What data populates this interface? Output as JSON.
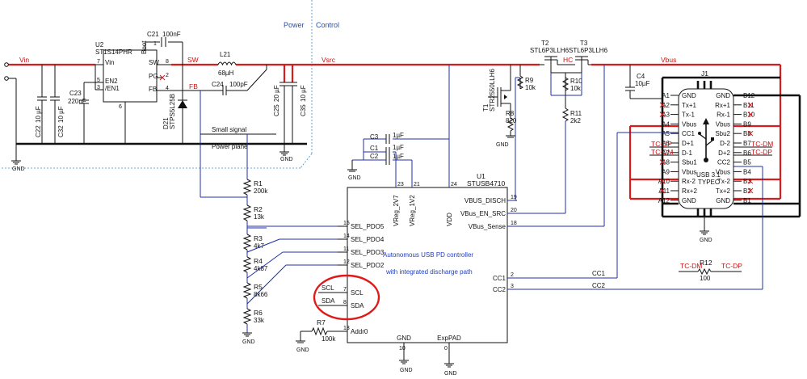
{
  "areas": {
    "power": "Power",
    "control": "Control"
  },
  "nets": {
    "vin": "Vin",
    "sw": "SW",
    "vsrc": "Vsrc",
    "vbus": "Vbus",
    "fb": "FB",
    "hc": "HC",
    "small_signal": "Small signal",
    "power_plane": "Power plane",
    "cc1": "CC1",
    "cc2": "CC2",
    "gnd": "GND"
  },
  "buck": {
    "ref": "U2",
    "part": "ST1S14PHR",
    "pins": {
      "vin": "Vin",
      "en2": "EN2",
      "en1": "/EN1",
      "boot": "Boot",
      "sw": "SW",
      "pg": "PG",
      "fb": "FB"
    },
    "pin_nums": {
      "vin": "7",
      "en2": "5",
      "en1": "3",
      "boot": "1",
      "sw": "8",
      "pg": "2",
      "fb": "4",
      "gnd": "6"
    }
  },
  "passives": {
    "c21": {
      "ref": "C21",
      "val": "100nF"
    },
    "l21": {
      "ref": "L21",
      "val": "68µH"
    },
    "c22": {
      "ref": "C22",
      "val": "10 µF"
    },
    "c32": {
      "ref": "C32",
      "val": "10 µF"
    },
    "c23": {
      "ref": "C23",
      "val": "220nF"
    },
    "d21": {
      "ref": "D21",
      "val": "STPS5L25B"
    },
    "c24": {
      "ref": "C24",
      "val": "100pF"
    },
    "c25": {
      "ref": "C25",
      "val": "20 µF"
    },
    "c35": {
      "ref": "C35",
      "val": "10 µF"
    },
    "r1": {
      "ref": "R1",
      "val": "200k"
    },
    "r2": {
      "ref": "R2",
      "val": "13k"
    },
    "r3": {
      "ref": "R3",
      "val": "4k7"
    },
    "r4": {
      "ref": "R4",
      "val": "4k87"
    },
    "r5": {
      "ref": "R5",
      "val": "8k66"
    },
    "r6": {
      "ref": "R6",
      "val": "33k"
    },
    "r7": {
      "ref": "R7",
      "val": "100k"
    },
    "r8": {
      "ref": "R8",
      "val": "820"
    },
    "r9": {
      "ref": "R9",
      "val": "10k"
    },
    "r10": {
      "ref": "R10",
      "val": "10k"
    },
    "r11": {
      "ref": "R11",
      "val": "2k2"
    },
    "r12": {
      "ref": "R12",
      "val": "100"
    },
    "c1": {
      "ref": "C1",
      "val": "1µF"
    },
    "c2": {
      "ref": "C2",
      "val": "1µF"
    },
    "c3": {
      "ref": "C3",
      "val": "1µF"
    },
    "c4": {
      "ref": "C4",
      "val": "10µF"
    }
  },
  "fets": {
    "t1": {
      "ref": "T1",
      "part": "STR2550LLH6"
    },
    "t2": {
      "ref": "T2",
      "part": "STL6P3LLH6"
    },
    "t3": {
      "ref": "T3",
      "part": "STL6P3LLH6"
    }
  },
  "controller": {
    "ref": "U1",
    "part": "STUSB4710",
    "desc1": "Autonomous USB PD controller",
    "desc2": "with integrated discharge path",
    "pins_left": [
      {
        "num": "15",
        "name": "SEL_PDO5"
      },
      {
        "num": "14",
        "name": "SEL_PDO4"
      },
      {
        "num": "11",
        "name": "SEL_PDO3"
      },
      {
        "num": "12",
        "name": "SEL_PDO2"
      },
      {
        "num": "7",
        "name": "SCL"
      },
      {
        "num": "8",
        "name": "SDA"
      },
      {
        "num": "13",
        "name": "Addr0"
      }
    ],
    "pins_right": [
      {
        "num": "19",
        "name": "VBUS_DISCH"
      },
      {
        "num": "20",
        "name": "VBus_EN_SRC"
      },
      {
        "num": "18",
        "name": "VBus_Sense"
      },
      {
        "num": "2",
        "name": "CC1"
      },
      {
        "num": "3",
        "name": "CC2"
      }
    ],
    "pins_top": [
      {
        "num": "23",
        "name": "VReg_2V7"
      },
      {
        "num": "21",
        "name": "VReg_1V2"
      },
      {
        "num": "24",
        "name": "VDD"
      }
    ],
    "pins_bottom": [
      {
        "num": "10",
        "name": "GND"
      },
      {
        "num": "0",
        "name": "ExpPAD"
      }
    ]
  },
  "i2c_labels": {
    "scl": "SCL",
    "sda": "SDA"
  },
  "connector": {
    "ref": "J1",
    "line1": "USB 3.1",
    "line2": "TYPEC",
    "pins_left": [
      {
        "num": "A1",
        "name": "GND"
      },
      {
        "num": "A2",
        "name": "Tx+1"
      },
      {
        "num": "A3",
        "name": "Tx-1"
      },
      {
        "num": "A4",
        "name": "Vbus"
      },
      {
        "num": "A5",
        "name": "CC1"
      },
      {
        "num": "A6",
        "name": "D+1"
      },
      {
        "num": "A7",
        "name": "D-1"
      },
      {
        "num": "A8",
        "name": "Sbu1"
      },
      {
        "num": "A9",
        "name": "Vbus"
      },
      {
        "num": "A10",
        "name": "Rx-2"
      },
      {
        "num": "A11",
        "name": "Rx+2"
      },
      {
        "num": "A12",
        "name": "GND"
      }
    ],
    "pins_right": [
      {
        "num": "B12",
        "name": "GND"
      },
      {
        "num": "B11",
        "name": "Rx+1"
      },
      {
        "num": "B10",
        "name": "Rx-1"
      },
      {
        "num": "B9",
        "name": "Vbus"
      },
      {
        "num": "B8",
        "name": "Sbu2"
      },
      {
        "num": "B7",
        "name": "D-2"
      },
      {
        "num": "B6",
        "name": "D+2"
      },
      {
        "num": "B5",
        "name": "CC2"
      },
      {
        "num": "B4",
        "name": "Vbus"
      },
      {
        "num": "B3",
        "name": "Tx-2"
      },
      {
        "num": "B2",
        "name": "Tx+2"
      },
      {
        "num": "B1",
        "name": "GND"
      }
    ],
    "tc_dp": "TC-DP",
    "tc_dm": "TC-DM"
  },
  "colors": {
    "wire": "#1f2fa8",
    "power": "#d81b1b",
    "ground_plane": "#111111",
    "highlight": "#d81b1b",
    "area_border": "#3a8fd0"
  }
}
